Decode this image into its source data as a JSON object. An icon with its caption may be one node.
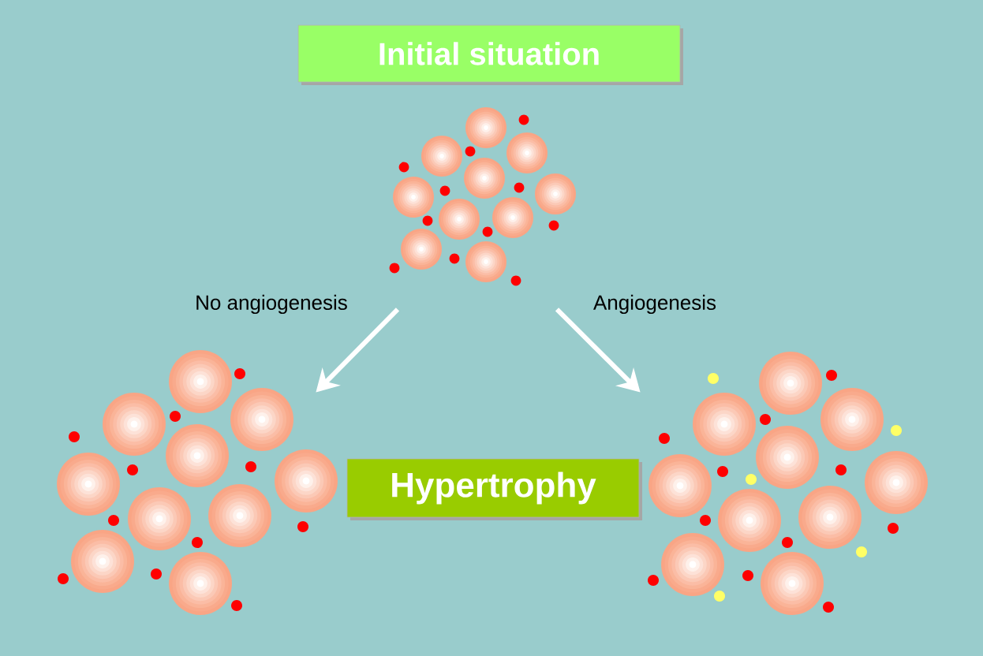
{
  "diagram": {
    "nodes": [
      {
        "text": [
          "Initial situation"
        ]
      },
      {
        "text": [],
        "shape": "picture"
      },
      {
        "text": [],
        "shape": "picture"
      },
      {
        "text": [],
        "shape": "picture"
      },
      {
        "text": [
          "Hypertrophy"
        ]
      }
    ],
    "edges": [
      {
        "from": 1,
        "to": 2,
        "arrow": "to",
        "label": "No angiogenesis"
      },
      {
        "from": 1,
        "to": 3,
        "arrow": "to",
        "label": "Angiogenesis"
      }
    ]
  }
}
